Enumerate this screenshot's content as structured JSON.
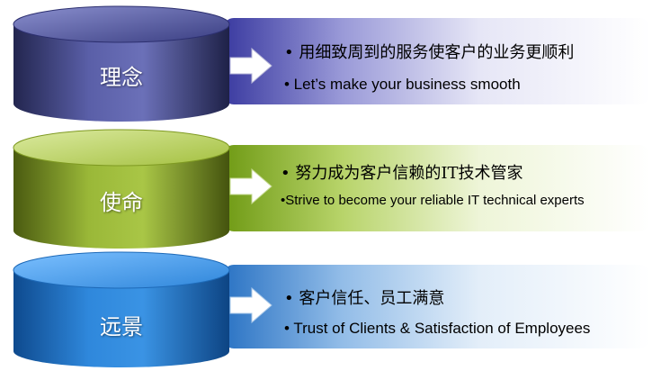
{
  "items": [
    {
      "title": "理念",
      "line_zh": "• 用细致周到的服务使客户的业务更顺利",
      "line_en": "• Let’s make your business smooth"
    },
    {
      "title": "使命",
      "line_zh": "• 努力成为客户信赖的IT技术管家",
      "line_en": "•Strive to become your reliable IT technical experts"
    },
    {
      "title": "远景",
      "line_zh": "• 客户信任、员工满意",
      "line_en": "• Trust of Clients & Satisfaction of Employees"
    }
  ],
  "colors": {
    "navy": "#3b3f86",
    "olive": "#8aa820",
    "blue": "#2b7fd0"
  }
}
